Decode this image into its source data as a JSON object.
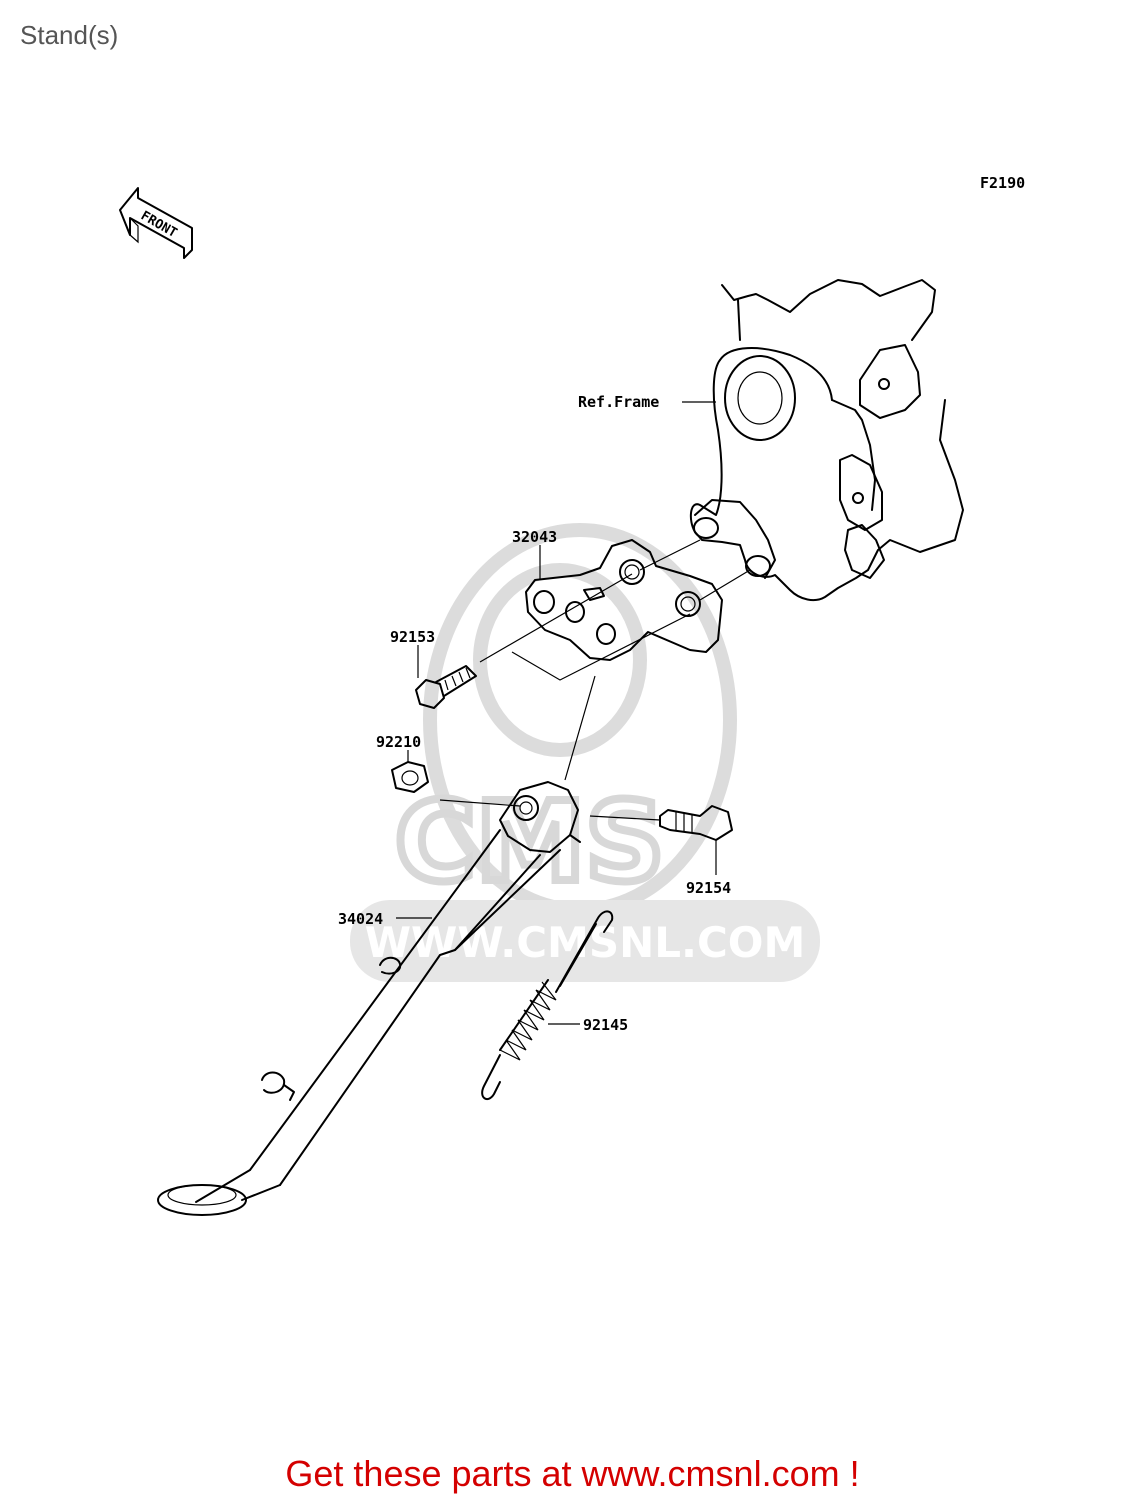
{
  "page": {
    "title": "Stand(s)",
    "cta": "Get these parts at www.cmsnl.com !"
  },
  "diagram": {
    "figure_code": "F2190",
    "front_marker": "FRONT",
    "watermark": {
      "brand": "CMS",
      "url": "WWW.CMSNL.COM"
    },
    "callouts": {
      "ref_frame": "Ref.Frame",
      "p32043": "32043",
      "p92153": "92153",
      "p92210": "92210",
      "p92154": "92154",
      "p34024": "34024",
      "p92145": "92145"
    }
  }
}
